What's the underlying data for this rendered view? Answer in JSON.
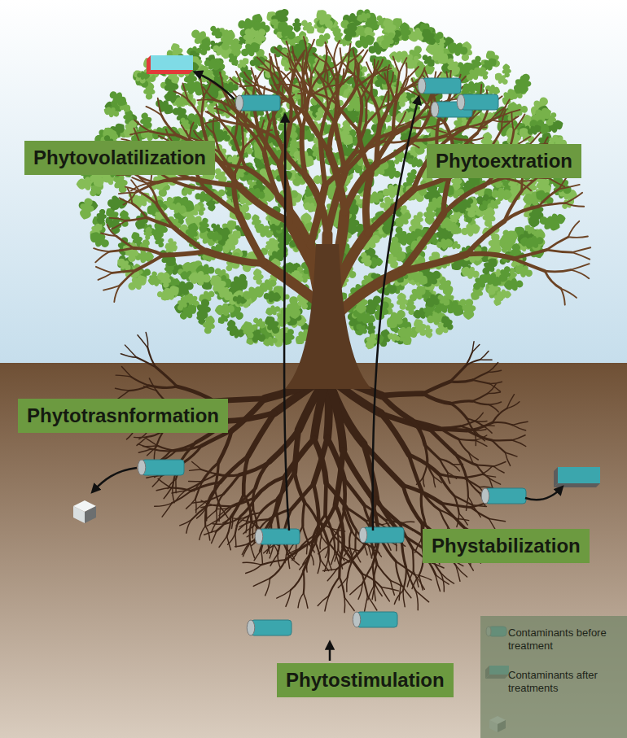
{
  "diagram": {
    "nodes": [
      {
        "text": [
          "Phytovolatilization"
        ]
      },
      {
        "text": [
          "Phytoextration"
        ]
      },
      {
        "text": [
          "Phytotrasnformation"
        ]
      },
      {
        "text": [
          "Phystabilization"
        ]
      },
      {
        "text": [
          "Phytostimulation"
        ]
      }
    ],
    "legend": [
      {
        "text": "Contaminants before treatment"
      },
      {
        "text": "Contaminants after treatments"
      }
    ]
  }
}
